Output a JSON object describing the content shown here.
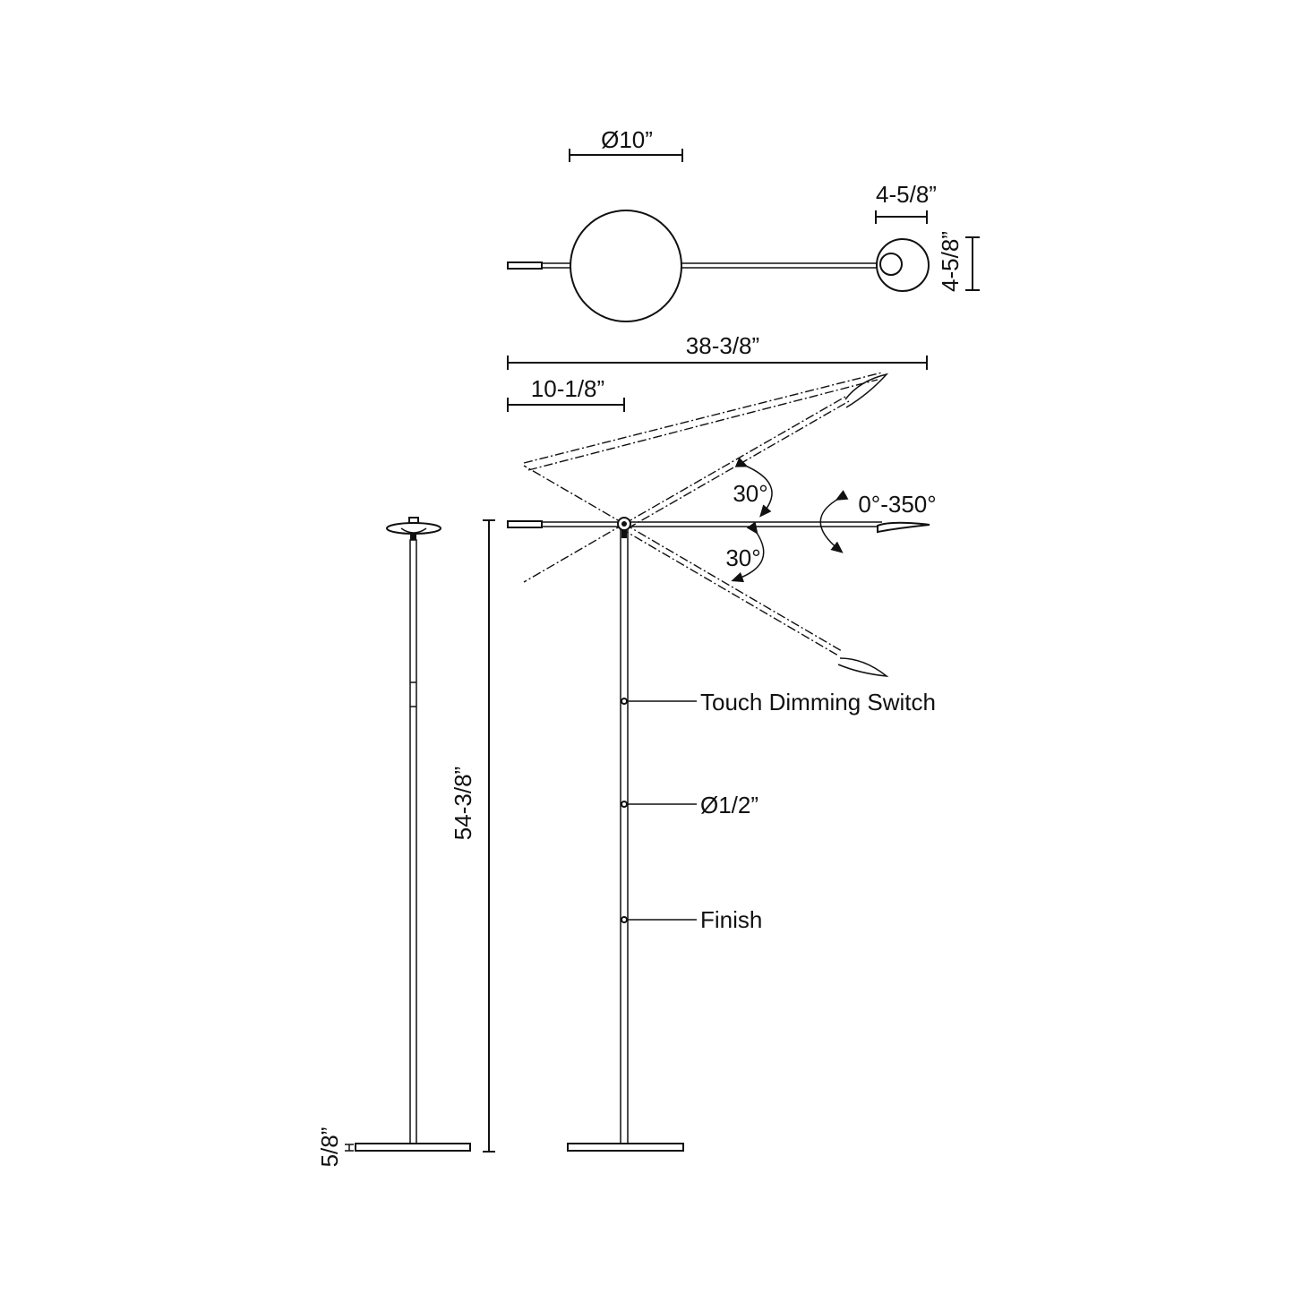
{
  "dimensions": {
    "shade_diameter": "Ø10”",
    "base_width": "4-5/8”",
    "base_depth": "4-5/8”",
    "overall_length": "38-3/8”",
    "rear_length": "10-1/8”",
    "height": "54-3/8”",
    "base_height": "5/8”"
  },
  "angles": {
    "tilt_up": "30°",
    "tilt_down": "30°",
    "rotation": "0°-350°"
  },
  "callouts": {
    "switch": "Touch Dimming Switch",
    "pole_diameter": "Ø1/2”",
    "finish": "Finish"
  },
  "colors": {
    "line": "#111111",
    "background": "#ffffff"
  }
}
